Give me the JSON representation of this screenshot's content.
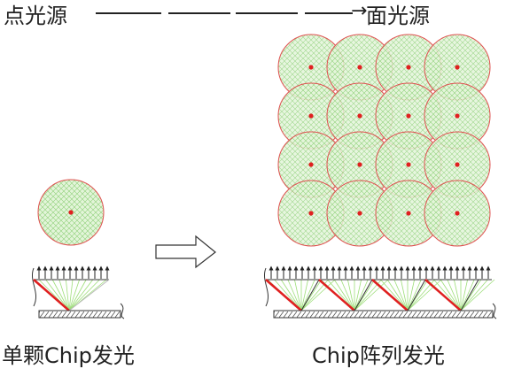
{
  "header": {
    "left_label": "点光源",
    "right_label": "面光源"
  },
  "captions": {
    "single": "单颗Chip发光",
    "array": "Chip阵列发光"
  },
  "colors": {
    "circle_fill": "#d9f2cf",
    "circle_stroke": "#e05050",
    "center_dot": "#e02020",
    "chip_line": "#e02020",
    "rays": "#9ede7a",
    "substrate": "#444444"
  },
  "diagram": {
    "array_rows": 4,
    "array_cols": 4,
    "single_chip_count": 1,
    "array_chip_count": 4
  }
}
